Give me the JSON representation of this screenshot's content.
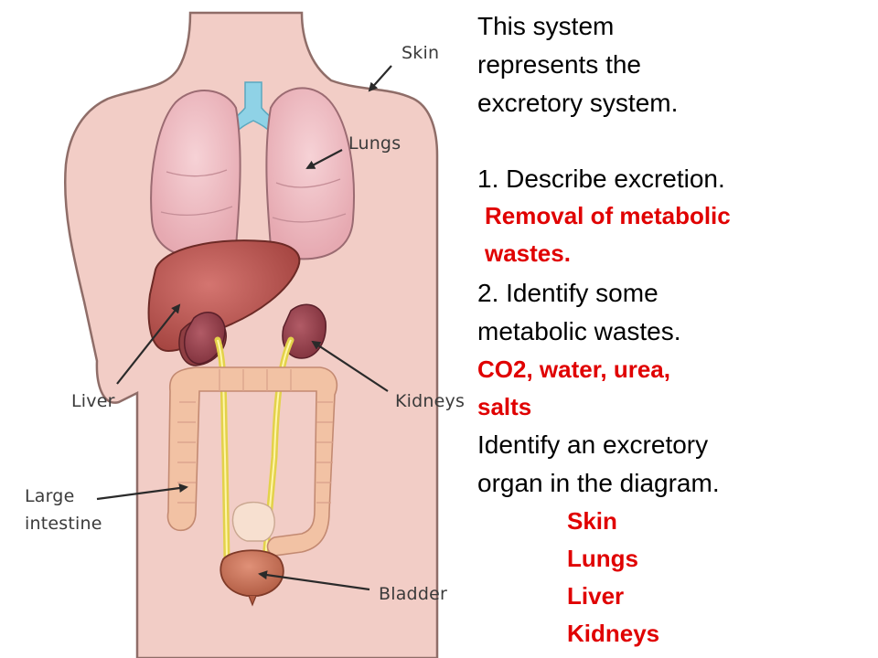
{
  "diagram": {
    "labels": {
      "skin": "Skin",
      "lungs": "Lungs",
      "liver": "Liver",
      "kidneys": "Kidneys",
      "large_intestine_line1": "Large",
      "large_intestine_line2": "intestine",
      "bladder": "Bladder"
    }
  },
  "slide": {
    "intro": [
      "This system",
      "represents the",
      "excretory system."
    ],
    "q1": "1. Describe excretion.",
    "a1": [
      "Removal of metabolic",
      "wastes."
    ],
    "q2": [
      "2. Identify some",
      "metabolic wastes."
    ],
    "a2": [
      "CO2, water, urea,",
      "salts"
    ],
    "q3": [
      "Identify an excretory",
      "organ in the diagram."
    ],
    "a3": [
      "Skin",
      "Lungs",
      "Liver",
      "Kidneys"
    ]
  }
}
